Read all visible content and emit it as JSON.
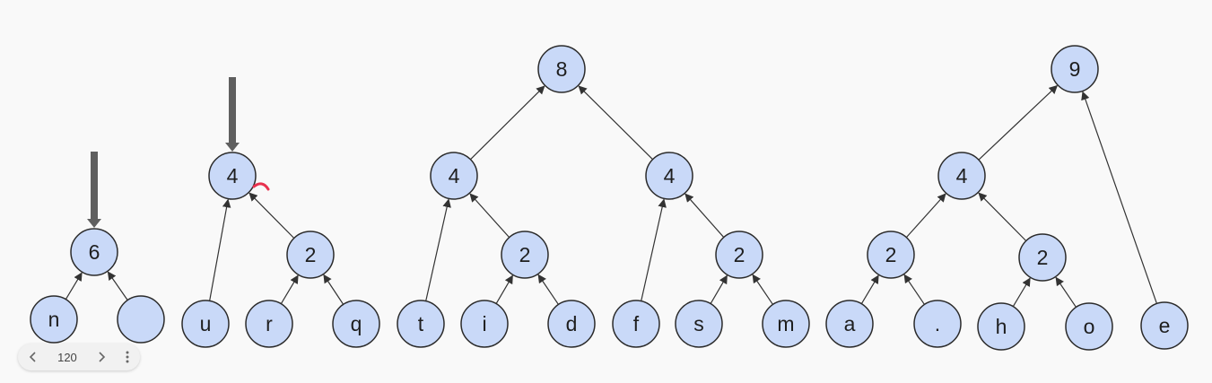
{
  "diagram": {
    "nodes": [
      {
        "id": "n6",
        "label": "6"
      },
      {
        "id": "nn",
        "label": "n"
      },
      {
        "id": "nblank",
        "label": ""
      },
      {
        "id": "u4",
        "label": "4"
      },
      {
        "id": "u",
        "label": "u"
      },
      {
        "id": "u2",
        "label": "2"
      },
      {
        "id": "r",
        "label": "r"
      },
      {
        "id": "q",
        "label": "q"
      },
      {
        "id": "t8",
        "label": "8"
      },
      {
        "id": "t4a",
        "label": "4"
      },
      {
        "id": "t",
        "label": "t"
      },
      {
        "id": "t2a",
        "label": "2"
      },
      {
        "id": "i",
        "label": "i"
      },
      {
        "id": "d",
        "label": "d"
      },
      {
        "id": "t4b",
        "label": "4"
      },
      {
        "id": "f",
        "label": "f"
      },
      {
        "id": "t2b",
        "label": "2"
      },
      {
        "id": "s",
        "label": "s"
      },
      {
        "id": "m",
        "label": "m"
      },
      {
        "id": "a9",
        "label": "9"
      },
      {
        "id": "a4",
        "label": "4"
      },
      {
        "id": "a2a",
        "label": "2"
      },
      {
        "id": "a",
        "label": "a"
      },
      {
        "id": "dot",
        "label": "."
      },
      {
        "id": "a2b",
        "label": "2"
      },
      {
        "id": "h",
        "label": "h"
      },
      {
        "id": "o",
        "label": "o"
      },
      {
        "id": "e",
        "label": "e"
      }
    ],
    "edges": [
      [
        "nn",
        "n6"
      ],
      [
        "nblank",
        "n6"
      ],
      [
        "u",
        "u4"
      ],
      [
        "u2",
        "u4"
      ],
      [
        "r",
        "u2"
      ],
      [
        "q",
        "u2"
      ],
      [
        "t4a",
        "t8"
      ],
      [
        "t4b",
        "t8"
      ],
      [
        "t",
        "t4a"
      ],
      [
        "t2a",
        "t4a"
      ],
      [
        "i",
        "t2a"
      ],
      [
        "d",
        "t2a"
      ],
      [
        "f",
        "t4b"
      ],
      [
        "t2b",
        "t4b"
      ],
      [
        "s",
        "t2b"
      ],
      [
        "m",
        "t2b"
      ],
      [
        "a4",
        "a9"
      ],
      [
        "e",
        "a9"
      ],
      [
        "a2a",
        "a4"
      ],
      [
        "a2b",
        "a4"
      ],
      [
        "a",
        "a2a"
      ],
      [
        "dot",
        "a2a"
      ],
      [
        "h",
        "a2b"
      ],
      [
        "o",
        "a2b"
      ]
    ],
    "pointers": [
      "n6",
      "u4"
    ]
  },
  "nav": {
    "page": "120",
    "prev_icon": "chevron-left-icon",
    "next_icon": "chevron-right-icon",
    "more_icon": "more-vertical-icon"
  },
  "colors": {
    "node_fill": "#c9d9f8",
    "node_stroke": "#2b2b2b",
    "pointer": "#5f5f5f",
    "laser": "#e8324f"
  }
}
